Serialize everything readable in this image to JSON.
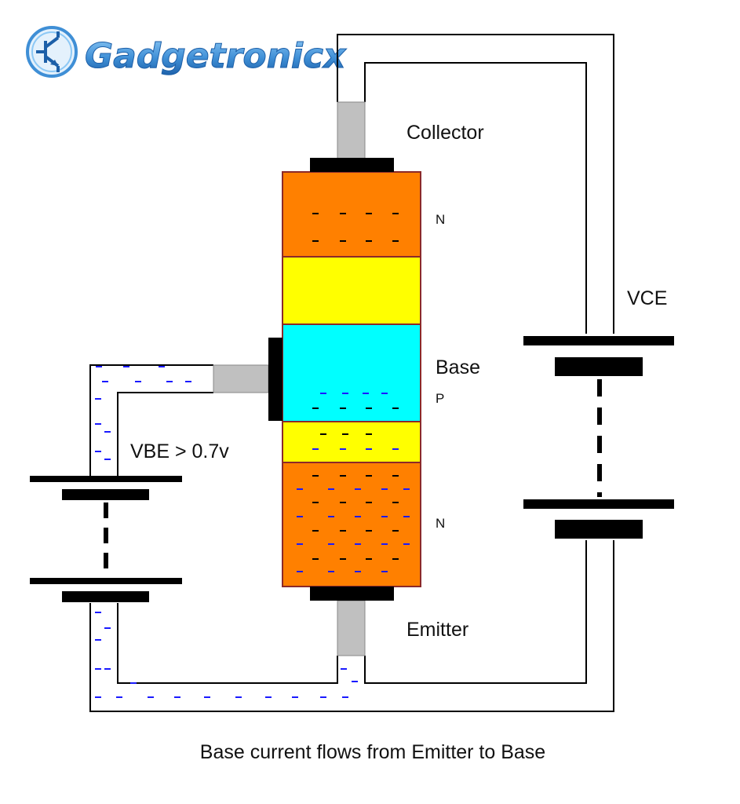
{
  "logo": {
    "text": "Gadgetronicx",
    "icon": "transistor-symbol-icon"
  },
  "labels": {
    "collector": "Collector",
    "base": "Base",
    "emitter": "Emitter",
    "n_top": "N",
    "p_mid": "P",
    "n_bottom": "N",
    "vce": "VCE",
    "vbe": "VBE > 0.7v"
  },
  "caption": "Base current flows from Emitter to Base",
  "colors": {
    "n_region": "#ff8000",
    "depletion": "#ffff00",
    "p_region": "#00ffff",
    "electron_black": "#000000",
    "electron_blue": "#1a1aff",
    "lead": "#c0c0c0",
    "brand": "#3f8fd6"
  }
}
